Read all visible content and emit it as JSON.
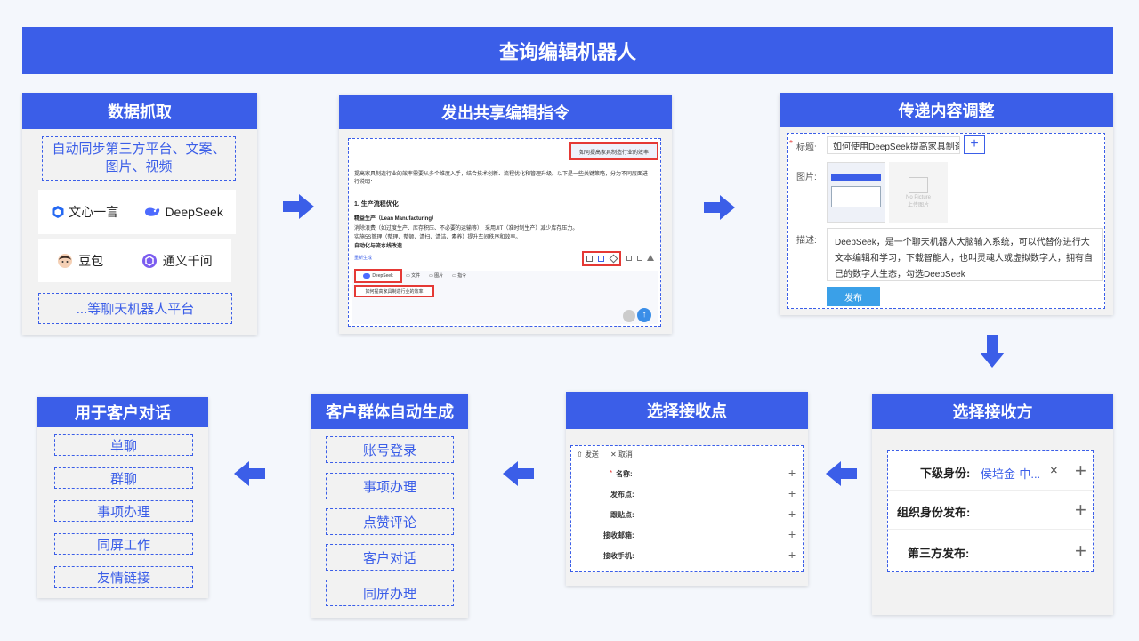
{
  "title": "查询编辑机器人",
  "card1": {
    "header": "数据抓取",
    "sync_text": "自动同步第三方平台、文案、图片、视频",
    "bots": [
      {
        "name": "文心一言",
        "icon": "wenxin-icon"
      },
      {
        "name": "DeepSeek",
        "icon": "deepseek-icon"
      },
      {
        "name": "豆包",
        "icon": "doubao-icon"
      },
      {
        "name": "通义千问",
        "icon": "tongyi-icon"
      }
    ],
    "footer": "...等聊天机器人平台"
  },
  "card2": {
    "header": "发出共享编辑指令",
    "question": "如何提高家具制造行业的效率",
    "answer_intro": "提高家具制造行业的效率需要从多个维度入手，结合技术创新、流程优化和管理升级。以下是一些关键策略，分为不同层面进行说明：",
    "section1": "1. 生产流程优化",
    "subsection": "精益生产（Lean Manufacturing）",
    "line1": "消除浪费（如过度生产、库存积压、不必要的运输等），采用JIT（准时制生产）减少库存压力。",
    "line2": "实施5S管理（整理、整顿、清扫、清洁、素养）提升车间秩序和效率。",
    "line3": "自动化与流水线改造",
    "regenerate": "重新生成",
    "model_chip": "DeepSeek",
    "tools": [
      "文件",
      "图片",
      "指令"
    ],
    "input_value": "如何提高家具制造行业的效率"
  },
  "card3": {
    "header": "传递内容调整",
    "title_label": "标题:",
    "title_value": "如何使用DeepSeek提高家具制造|",
    "image_label": "图片:",
    "no_picture": "No Picture",
    "upload_image": "上传图片",
    "desc_label": "描述:",
    "desc_value": "DeepSeek，是一个聊天机器人大脑输入系统，可以代替你进行大文本编辑和学习，下载智能人，也叫灵魂人或虚拟数字人，拥有自己的数字人生态，勾选DeepSeek",
    "publish": "发布"
  },
  "card4": {
    "header": "选择接收方",
    "rows": [
      {
        "label": "下级身份:",
        "value": "侯培金-中..."
      },
      {
        "label": "组织身份发布:",
        "value": ""
      },
      {
        "label": "第三方发布:",
        "value": ""
      }
    ]
  },
  "card5": {
    "header": "选择接收点",
    "send": "发送",
    "cancel": "取消",
    "required_mark": "*",
    "fields": [
      "名称:",
      "发布点:",
      "跟贴点:",
      "接收邮箱:",
      "接收手机:"
    ]
  },
  "card6": {
    "header": "客户群体自动生成",
    "items": [
      "账号登录",
      "事项办理",
      "点赞评论",
      "客户对话",
      "同屏办理"
    ]
  },
  "card7": {
    "header": "用于客户对话",
    "items": [
      "单聊",
      "群聊",
      "事项办理",
      "同屏工作",
      "友情链接"
    ]
  },
  "colors": {
    "accent": "#3b5ee8",
    "highlight": "#e53935",
    "publish": "#3aa0e8"
  }
}
